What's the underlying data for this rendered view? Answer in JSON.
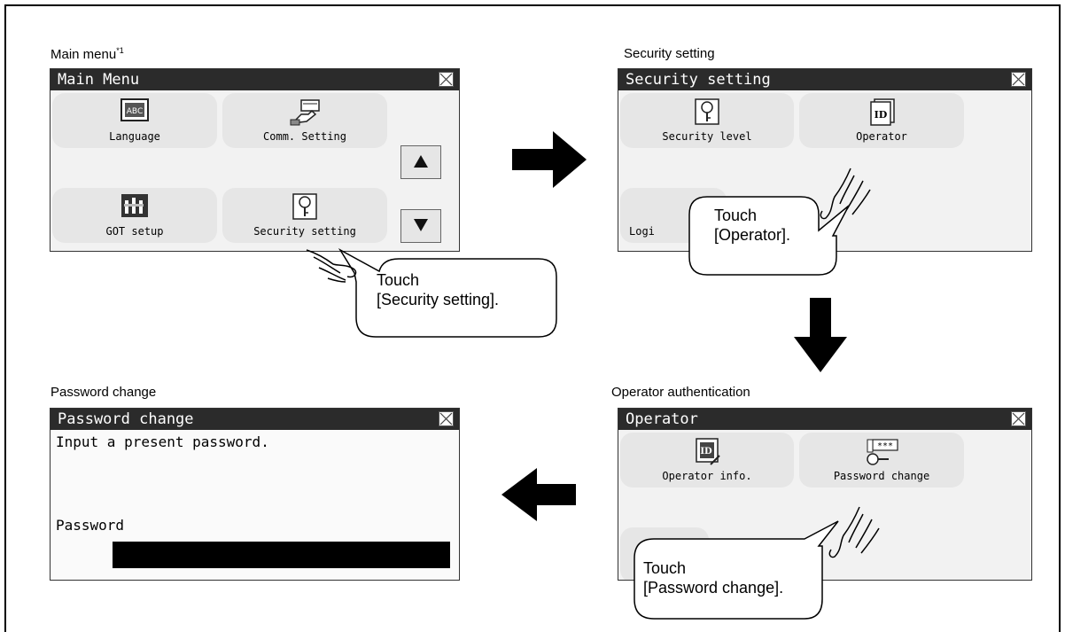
{
  "captions": {
    "main_menu": "Main menu",
    "main_menu_note": "*1",
    "security_setting": "Security setting",
    "operator_auth": "Operator authentication",
    "password_change": "Password change"
  },
  "main_menu_screen": {
    "title": "Main Menu",
    "buttons": [
      "Language",
      "Comm. Setting",
      "GOT setup",
      "Security setting"
    ]
  },
  "security_screen": {
    "title": "Security setting",
    "buttons": [
      "Security level",
      "Operator",
      "Logi"
    ]
  },
  "operator_screen": {
    "title": "Operator",
    "buttons": [
      "Operator info.",
      "Password change"
    ]
  },
  "password_screen": {
    "title": "Password change",
    "prompt": "Input a present password.",
    "field_label": "Password"
  },
  "callouts": {
    "c1": [
      "Touch",
      "[Security setting]."
    ],
    "c2": [
      "Touch",
      "[Operator]."
    ],
    "c3": [
      "Touch",
      "[Password change]."
    ]
  },
  "icons": {
    "language": "abc-screen-icon",
    "comm": "cable-connector-icon",
    "got_setup": "tools-panel-icon",
    "security": "key-icon",
    "operator": "id-card-icon",
    "operator_info": "id-card-edit-icon",
    "password_change": "password-key-icon"
  }
}
